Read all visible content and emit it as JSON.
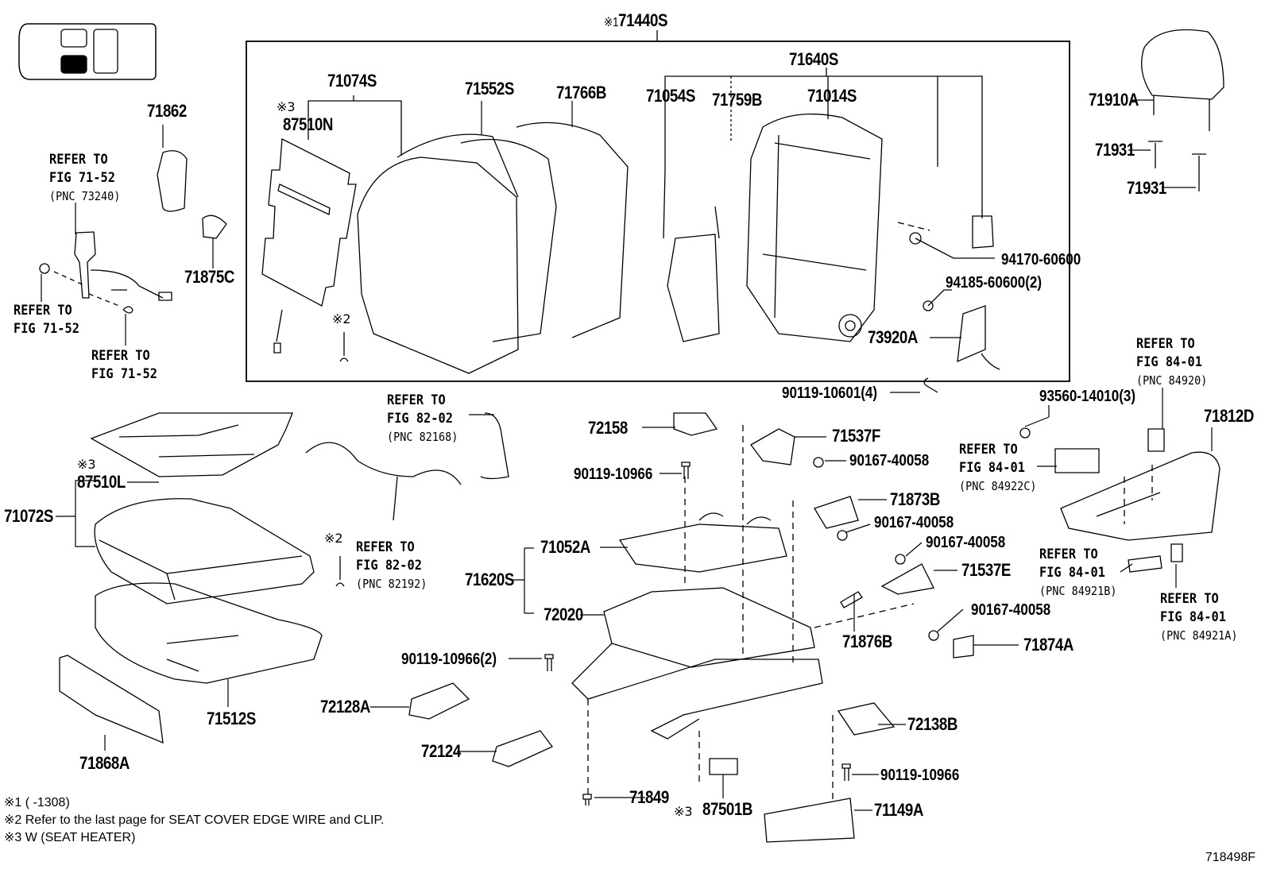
{
  "diagram": {
    "title": "Front Seat Assembly Parts Diagram",
    "figure_id": "718498F",
    "group_label": {
      "mark": "※1",
      "part": "71440S"
    },
    "parts": {
      "p71440S": "71440S",
      "p71640S": "71640S",
      "p71074S": "71074S",
      "p87510N": "87510N",
      "p71552S": "71552S",
      "p71766B": "71766B",
      "p71054S": "71054S",
      "p71759B": "71759B",
      "p71014S": "71014S",
      "p71910A": "71910A",
      "p71931a": "71931",
      "p71931b": "71931",
      "p94170": "94170-60600",
      "p94185": "94185-60600(2)",
      "p73920A": "73920A",
      "p90119_10601": "90119-10601(4)",
      "p71862": "71862",
      "p71875C": "71875C",
      "p93560": "93560-14010(3)",
      "p71812D": "71812D",
      "p72158": "72158",
      "p90119_10966_a": "90119-10966",
      "p71537F": "71537F",
      "p90167_a": "90167-40058",
      "p71873B": "71873B",
      "p90167_b": "90167-40058",
      "p90167_c": "90167-40058",
      "p71537E": "71537E",
      "p90167_d": "90167-40058",
      "p71874A": "71874A",
      "p71876B": "71876B",
      "p87510L": "87510L",
      "p71072S": "71072S",
      "p71052A": "71052A",
      "p71620S": "71620S",
      "p72020": "72020",
      "p90119_10966_2": "90119-10966(2)",
      "p72128A": "72128A",
      "p72124": "72124",
      "p71512S": "71512S",
      "p71868A": "71868A",
      "p71849": "71849",
      "p87501B": "87501B",
      "p72138B": "72138B",
      "p90119_10966_b": "90119-10966",
      "p71149A": "71149A"
    },
    "marks": {
      "m3_87510N": "※3",
      "m2_back": "※2",
      "m3_87510L": "※3",
      "m2_cushion": "※2",
      "m3_87501B": "※3"
    },
    "refs": {
      "ref_belt_top": {
        "line1": "REFER TO",
        "line2": "FIG 71-52",
        "pnc": "(PNC 73240)"
      },
      "ref_belt_left": {
        "line1": "REFER TO",
        "line2": "FIG 71-52"
      },
      "ref_belt_bottom": {
        "line1": "REFER TO",
        "line2": "FIG 71-52"
      },
      "ref_82168": {
        "line1": "REFER TO",
        "line2": "FIG 82-02",
        "pnc": "(PNC 82168)"
      },
      "ref_82192": {
        "line1": "REFER TO",
        "line2": "FIG 82-02",
        "pnc": "(PNC 82192)"
      },
      "ref_84920": {
        "line1": "REFER TO",
        "line2": "FIG 84-01",
        "pnc": "(PNC 84920)"
      },
      "ref_84922C": {
        "line1": "REFER TO",
        "line2": "FIG 84-01",
        "pnc": "(PNC 84922C)"
      },
      "ref_84921B": {
        "line1": "REFER TO",
        "line2": "FIG 84-01",
        "pnc": "(PNC 84921B)"
      },
      "ref_84921A": {
        "line1": "REFER TO",
        "line2": "FIG 84-01",
        "pnc": "(PNC 84921A)"
      }
    },
    "notes": [
      "※1 (      -1308)",
      "※2 Refer to the last page for SEAT COVER EDGE WIRE and CLIP.",
      "※3 W (SEAT HEATER)"
    ],
    "vehicle_position_icon": "front-left-seat-highlighted"
  }
}
